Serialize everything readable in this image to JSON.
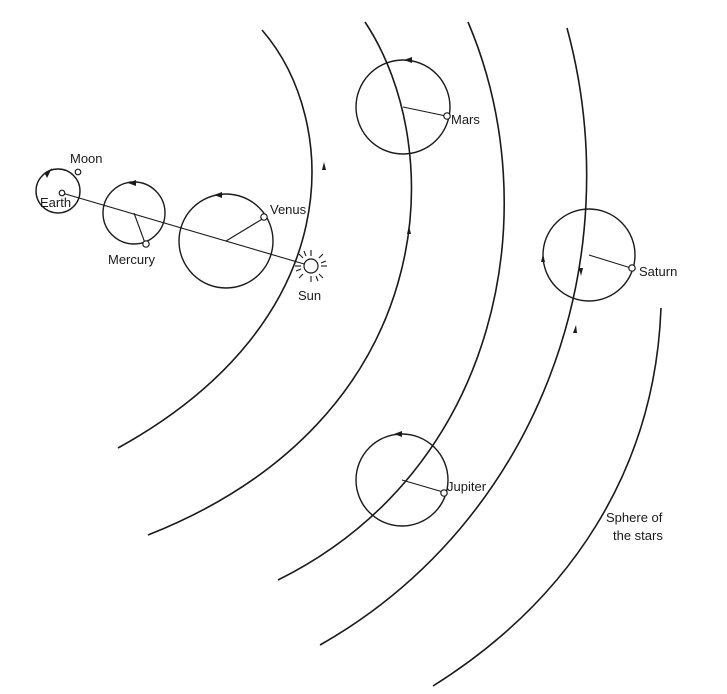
{
  "labels": {
    "moon": "Moon",
    "earth": "Earth",
    "mercury": "Mercury",
    "venus": "Venus",
    "sun": "Sun",
    "mars": "Mars",
    "jupiter": "Jupiter",
    "saturn": "Saturn",
    "stars_line1": "Sphere of",
    "stars_line2": "the stars"
  }
}
